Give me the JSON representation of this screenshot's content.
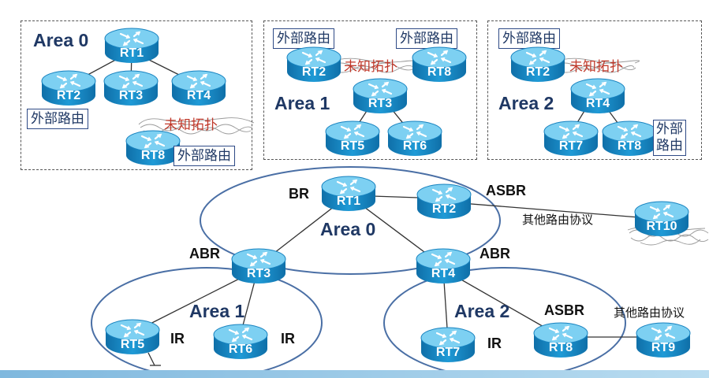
{
  "panels": {
    "area0": {
      "title": "Area 0"
    },
    "area1": {
      "title": "Area 1"
    },
    "area2": {
      "title": "Area 2"
    }
  },
  "labels": {
    "external_route": "外部路由",
    "unknown_topology": "未知拓扑",
    "ext_split_line1": "外部",
    "ext_split_line2": "路由"
  },
  "main": {
    "area0_title": "Area 0",
    "area1_title": "Area 1",
    "area2_title": "Area 2",
    "role_br": "BR",
    "role_asbr": "ASBR",
    "role_abr": "ABR",
    "role_ir": "IR",
    "other_protocol": "其他路由协议"
  },
  "routers": {
    "rt1": "RT1",
    "rt2": "RT2",
    "rt3": "RT3",
    "rt4": "RT4",
    "rt5": "RT5",
    "rt6": "RT6",
    "rt7": "RT7",
    "rt8": "RT8",
    "rt9": "RT9",
    "rt10": "RT10"
  },
  "colors": {
    "router_body": "#1f9ad6",
    "router_top": "#7dd0f2",
    "area_ellipse": "#4a6fa5",
    "title_navy": "#1f3864",
    "unknown_red": "#c0392b"
  }
}
